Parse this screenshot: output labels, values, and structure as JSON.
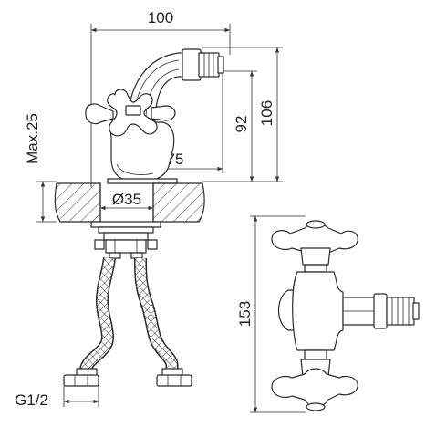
{
  "dimensions": {
    "width_top": "100",
    "height_92": "92",
    "height_106": "106",
    "reach_75": "75",
    "max_height": "Max.25",
    "bore_diameter": "Ø35",
    "thread": "G1/2",
    "height_153": "153"
  }
}
